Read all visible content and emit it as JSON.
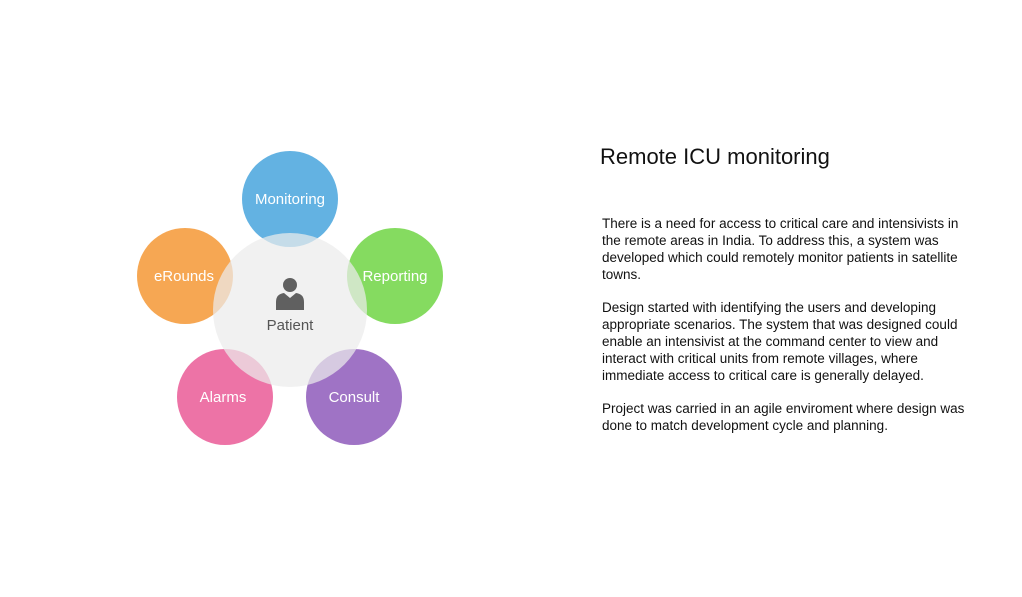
{
  "diagram": {
    "center": {
      "label": "Patient",
      "icon": "person-icon"
    },
    "nodes": [
      {
        "label": "Monitoring",
        "color": "#5baee0"
      },
      {
        "label": "Reporting",
        "color": "#7ed957"
      },
      {
        "label": "Consult",
        "color": "#9a6cc2"
      },
      {
        "label": "Alarms",
        "color": "#ec6ba1"
      },
      {
        "label": "eRounds",
        "color": "#f6a24a"
      }
    ]
  },
  "content": {
    "title": "Remote ICU monitoring",
    "paragraphs": [
      "There is a need for access to critical care and intensivists in the remote areas in India. To address this, a system was developed which could remotely monitor patients in satellite towns.",
      "Design started with identifying the users and developing appropriate scenarios. The system that was designed could enable an intensivist at the command center to view and interact with critical units from remote villages, where immediate access to critical care is generally delayed.",
      "Project was carried in an agile enviroment where design was done to match development cycle and planning."
    ]
  }
}
